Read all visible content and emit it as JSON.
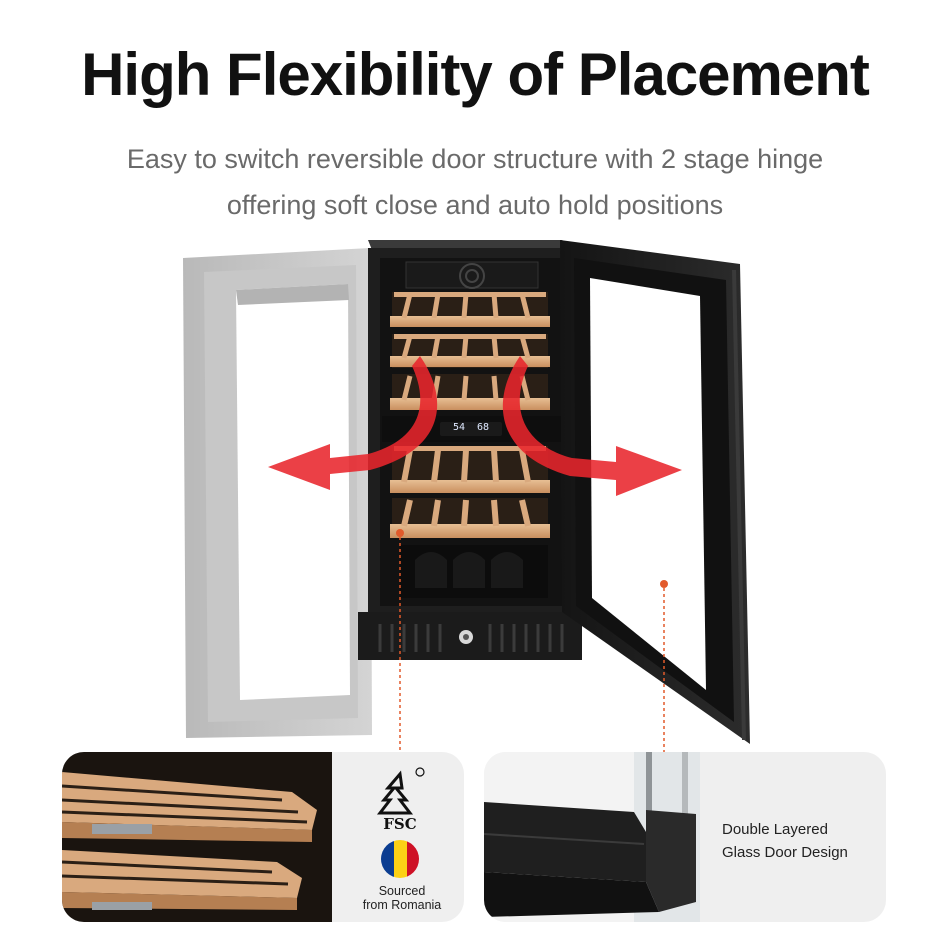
{
  "headline": "High Flexibility of Placement",
  "subheadline_line1": "Easy to switch reversible door structure with 2 stage hinge",
  "subheadline_line2": "offering soft close and auto hold positions",
  "display_readout": "54  68",
  "left_card": {
    "certification": "FSC",
    "origin_line1": "Sourced",
    "origin_line2": "from Romania",
    "flag_colors": [
      "#0B3D91",
      "#FCD116",
      "#CE1126"
    ]
  },
  "right_card": {
    "caption_line1": "Double Layered",
    "caption_line2": "Glass Door Design"
  },
  "colors": {
    "accent_arrow": "#E8262C",
    "callout_line": "#E25A2B",
    "wood": "#D9A97E",
    "cabinet": "#1E1E1E"
  }
}
